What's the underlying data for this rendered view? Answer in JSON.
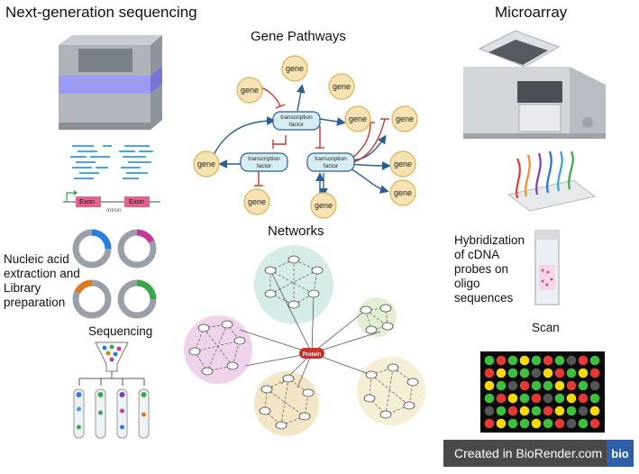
{
  "titles": {
    "ngs": "Next-generation sequencing",
    "microarray": "Microarray",
    "gene_pathways": "Gene Pathways",
    "networks": "Networks"
  },
  "ngs": {
    "exon_label": "Exon",
    "intron_label": "Intron",
    "nucleic_acid_label": "Nucleic acid extraction and Library preparation",
    "sequencing_label": "Sequencing",
    "ring_colors": [
      "#2a7de1",
      "#c0399b",
      "#e07b1a",
      "#3aa84a"
    ]
  },
  "pathway": {
    "gene_label": "gene",
    "tf_label_line1": "transcription",
    "tf_label_line2": "factor",
    "gene_color": "#f6e2b3",
    "tf_color": "#d6eef3"
  },
  "network": {
    "hub_label": "Protein",
    "hub_color": "#c9302c",
    "node_label": "Protein",
    "cluster_colors": [
      "#d6ece8",
      "#efd3ea",
      "#f3e6c7",
      "#f5efd6",
      "#e3efd3"
    ]
  },
  "microarray": {
    "hybridization_label": "Hybridization of cDNA probes on oligo sequences",
    "scan_label": "Scan",
    "probe_colors": [
      "#e53935",
      "#f28b2b",
      "#7b3fb5",
      "#2a6fd6",
      "#38a3c9",
      "#3aa84a"
    ],
    "grid_colors": [
      "#e53935",
      "#3fbf3f",
      "#f5d90a",
      "#555555"
    ]
  },
  "watermark": {
    "text": "Created in BioRender.com",
    "logo": "bio"
  }
}
